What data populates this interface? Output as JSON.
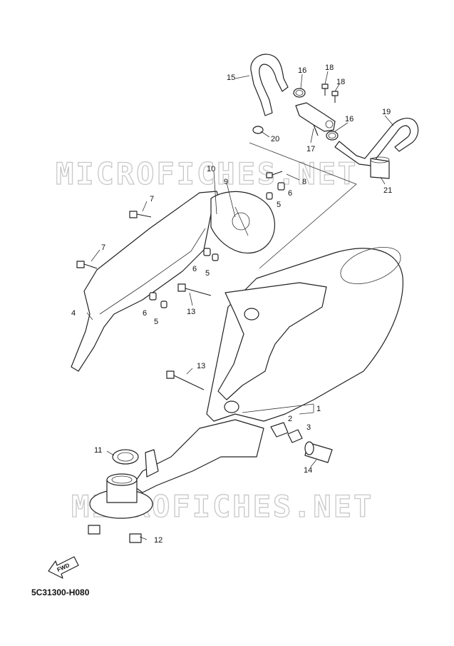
{
  "watermark": "MICROFICHES.NET",
  "diagram_code": "5C31300-H080",
  "fwd_label": "FWD",
  "callouts": [
    "1",
    "2",
    "3",
    "4",
    "5",
    "5",
    "5",
    "6",
    "6",
    "6",
    "7",
    "7",
    "8",
    "9",
    "10",
    "11",
    "12",
    "13",
    "13",
    "14",
    "15",
    "16",
    "16",
    "17",
    "18",
    "18",
    "19",
    "20",
    "21"
  ]
}
